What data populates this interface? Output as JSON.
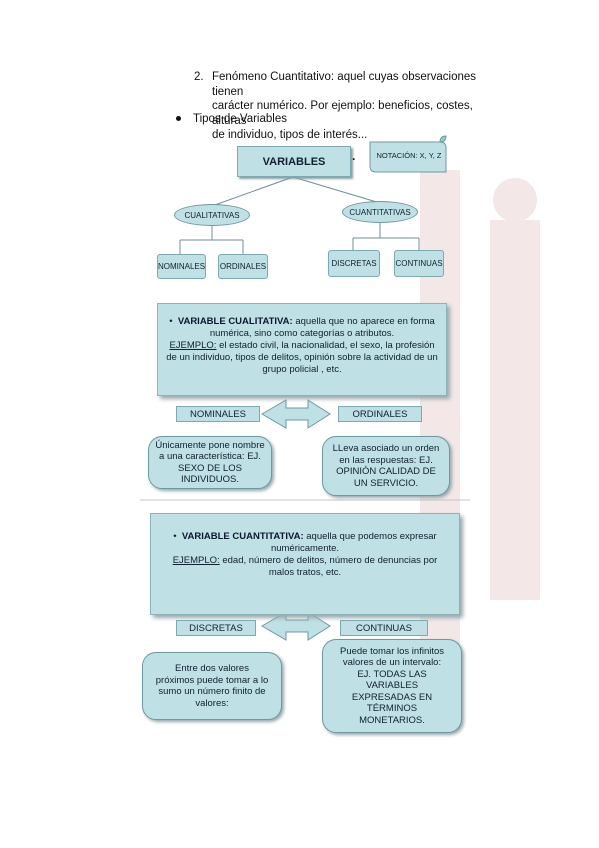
{
  "intro": {
    "number": "2.",
    "lines": [
      "Fenómeno Cuantitativo: aquel cuyas observaciones tienen",
      "carácter numérico. Por ejemplo: beneficios, costes, alturas",
      "de individuo, tipos de interés..."
    ]
  },
  "bullet": "Tipos de Variables",
  "diagram": {
    "root": "VARIABLES",
    "root_dot": "·",
    "notation": "NOTACIÓN: X, Y, Z",
    "left": "CUALITATIVAS",
    "right": "CUANTITATIVAS",
    "leaves": [
      "NOMINALES",
      "ORDINALES",
      "DISCRETAS",
      "CONTINUAS"
    ]
  },
  "qualitative": {
    "heading": "VARIABLE CUALITATIVA:",
    "line1": " aquella que no aparece en forma",
    "line2": "numérica, sino como categorías o atributos.",
    "example_label": "EJEMPLO:",
    "example_line1": " el estado civil, la nacionalidad, el sexo, la profesión",
    "example_line2": "de un individuo, tipos de delitos, opinión sobre la actividad de un",
    "example_line3": "grupo policial , etc.",
    "left_tag": "NOMINALES",
    "right_tag": "ORDINALES",
    "left_desc": [
      "Únicamente pone nombre",
      "a una característica: EJ.",
      "SEXO DE LOS",
      "INDIVIDUOS."
    ],
    "right_desc": [
      "LLeva asociado un orden",
      "en las respuestas: EJ.",
      "OPINIÓN CALIDAD DE",
      "UN SERVICIO."
    ]
  },
  "quantitative": {
    "heading": "VARIABLE CUANTITATIVA:",
    "line1": " aquella que podemos expresar",
    "line2": "numéricamente.",
    "example_label": "EJEMPLO:",
    "example_line1": " edad, número de delitos, número de denuncias por",
    "example_line2": "malos tratos, etc.",
    "left_tag": "DISCRETAS",
    "right_tag": "CONTINUAS",
    "left_desc": [
      "Entre dos valores",
      "próximos puede tomar a lo",
      "sumo un número finito de",
      "valores:"
    ],
    "right_desc": [
      "Puede tomar los infinitos",
      "valores de un intervalo:",
      "EJ. TODAS LAS",
      "VARIABLES",
      "EXPRESADAS EN",
      "TÉRMINOS",
      "MONETARIOS."
    ]
  }
}
